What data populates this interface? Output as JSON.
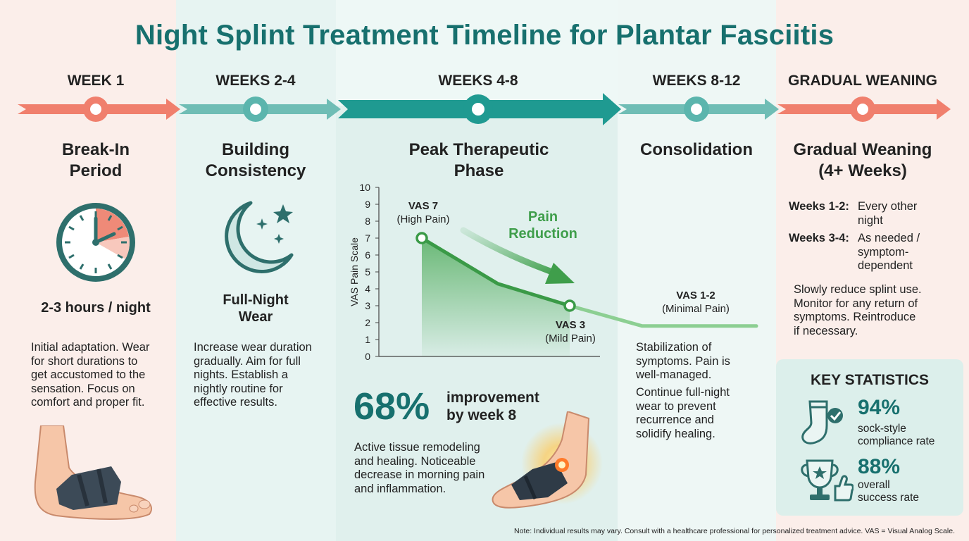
{
  "title": "Night Splint Treatment Timeline for Plantar Fasciitis",
  "colors": {
    "coral": "#f07f6d",
    "teal": "#5bb5ad",
    "dark_teal": "#1f9a91",
    "green": "#3f9e4b",
    "title": "#17706e"
  },
  "stages": [
    {
      "week": "WEEK 1",
      "phase_line1": "Break-In",
      "phase_line2": "Period",
      "highlight": "2-3 hours / night",
      "icon": "clock-icon",
      "body": [
        "Initial adaptation. Wear",
        "for short durations to",
        "get accustomed to the",
        "sensation. Focus on",
        "comfort and proper fit."
      ],
      "image": "foot-splint-icon"
    },
    {
      "week": "WEEKS 2-4",
      "phase_line1": "Building",
      "phase_line2": "Consistency",
      "highlight_line1": "Full-Night",
      "highlight_line2": "Wear",
      "icon": "moon-stars-icon",
      "body": [
        "Increase wear duration",
        "gradually. Aim for full",
        "nights. Establish a",
        "nightly routine for",
        "effective results."
      ]
    },
    {
      "week": "WEEKS 4-8",
      "phase_line1": "Peak Therapeutic",
      "phase_line2": "Phase",
      "stat": "68%",
      "stat_label_line1": "improvement",
      "stat_label_line2": "by week 8",
      "body": [
        "Active tissue remodeling",
        "and healing. Noticeable",
        "decrease in morning pain",
        "and inflammation."
      ],
      "image": "glowing-heel-icon"
    },
    {
      "week": "WEEKS 8-12",
      "phase_line1": "Consolidation",
      "body": [
        "Stabilization of",
        "symptoms. Pain is",
        "well-managed."
      ],
      "body2": [
        "Continue full-night",
        "wear to prevent",
        "recurrence and",
        "solidify healing."
      ]
    },
    {
      "week": "GRADUAL WEANING",
      "phase_line1": "Gradual Weaning",
      "phase_line2": "(4+ Weeks)",
      "schedule": [
        {
          "label": "Weeks 1-2:",
          "lines": [
            "Every other",
            "night"
          ]
        },
        {
          "label": "Weeks 3-4:",
          "lines": [
            "As needed /",
            "symptom-",
            "dependent"
          ]
        }
      ],
      "body": [
        "Slowly reduce splint use.",
        "Monitor for any return of",
        "symptoms. Reintroduce",
        "if necessary."
      ]
    }
  ],
  "chart_data": {
    "type": "line",
    "ylabel": "VAS Pain Scale",
    "ylim": [
      0,
      10
    ],
    "y_ticks": [
      "0",
      "1",
      "2",
      "3",
      "4",
      "5",
      "6",
      "7",
      "8",
      "9",
      "10"
    ],
    "series": [
      {
        "values": [
          7,
          4.3,
          3,
          1.8,
          1.8
        ]
      }
    ],
    "annotations": [
      {
        "line1": "VAS 7",
        "line2": "(High Pain)"
      },
      {
        "line1": "VAS 3",
        "line2": "(Mild Pain)"
      },
      {
        "line1": "VAS 1-2",
        "line2": "(Minimal Pain)"
      },
      {
        "line1": "Pain",
        "line2": "Reduction"
      }
    ]
  },
  "key_stats": {
    "title": "KEY STATISTICS",
    "items": [
      {
        "value": "94%",
        "line1": "sock-style",
        "line2": "compliance rate",
        "icon": "sock-check-icon"
      },
      {
        "value": "88%",
        "line1": "overall",
        "line2": "success rate",
        "icon": "trophy-thumbs-up-icon"
      }
    ]
  },
  "note": "Note: Individual results may vary. Consult with a healthcare professional for personalized treatment advice. VAS = Visual Analog Scale."
}
